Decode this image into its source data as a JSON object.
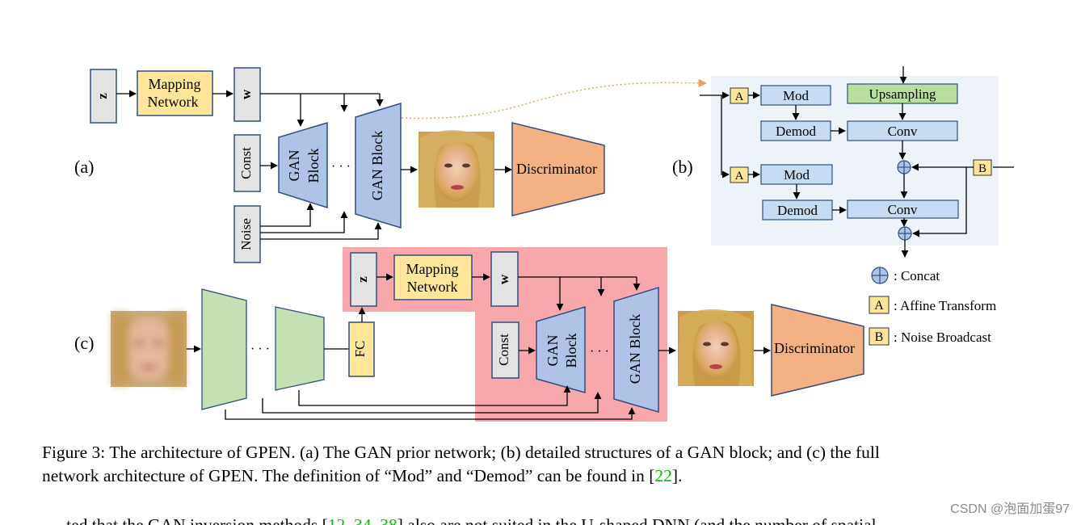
{
  "diagram": {
    "panel_labels": {
      "a": "(a)",
      "b": "(b)",
      "c": "(c)"
    },
    "z_label": "z",
    "w_label": "w",
    "mapping_line1": "Mapping",
    "mapping_line2": "Network",
    "const_label": "Const",
    "noise_label": "Noise",
    "gan_block_line1": "GAN",
    "gan_block_line2": "Block",
    "gan_block_full": "GAN Block",
    "ellipsis": "· · ·",
    "discriminator": "Discriminator",
    "fc_label": "FC",
    "block_detail": {
      "a_label": "A",
      "b_label": "B",
      "mod": "Mod",
      "demod": "Demod",
      "upsampling": "Upsampling",
      "conv": "Conv"
    },
    "legend": {
      "concat": ": Concat",
      "affine": ": Affine Transform",
      "noise_broadcast": ": Noise Broadcast"
    },
    "colors": {
      "mapping_fill": "#ffe699",
      "gan_fill": "#aec3e6",
      "disc_fill": "#f4b183",
      "encoder_fill": "#c5e0b4",
      "upsampling_fill": "#b8dfa0",
      "highlight": "#f8a8ad",
      "panel_b_bg": "#eef2f9",
      "box_gray": "#e3e3e3"
    }
  },
  "caption": {
    "line1": "Figure 3: The architecture of GPEN. (a) The GAN prior network; (b) detailed structures of a GAN block; and (c) the full",
    "line2_pre": "network architecture of GPEN. The definition of “Mod” and “Demod” can be found in [",
    "line2_ref": "22",
    "line2_post": "]."
  },
  "body_text": {
    "pre": "...ted that the GAN inversion methods [",
    "refs": "12, 34, 38",
    "post": "] also are not suited in the U-shaped DNN (and the number of spatial..."
  },
  "watermark": "CSDN @泡面加蛋97"
}
